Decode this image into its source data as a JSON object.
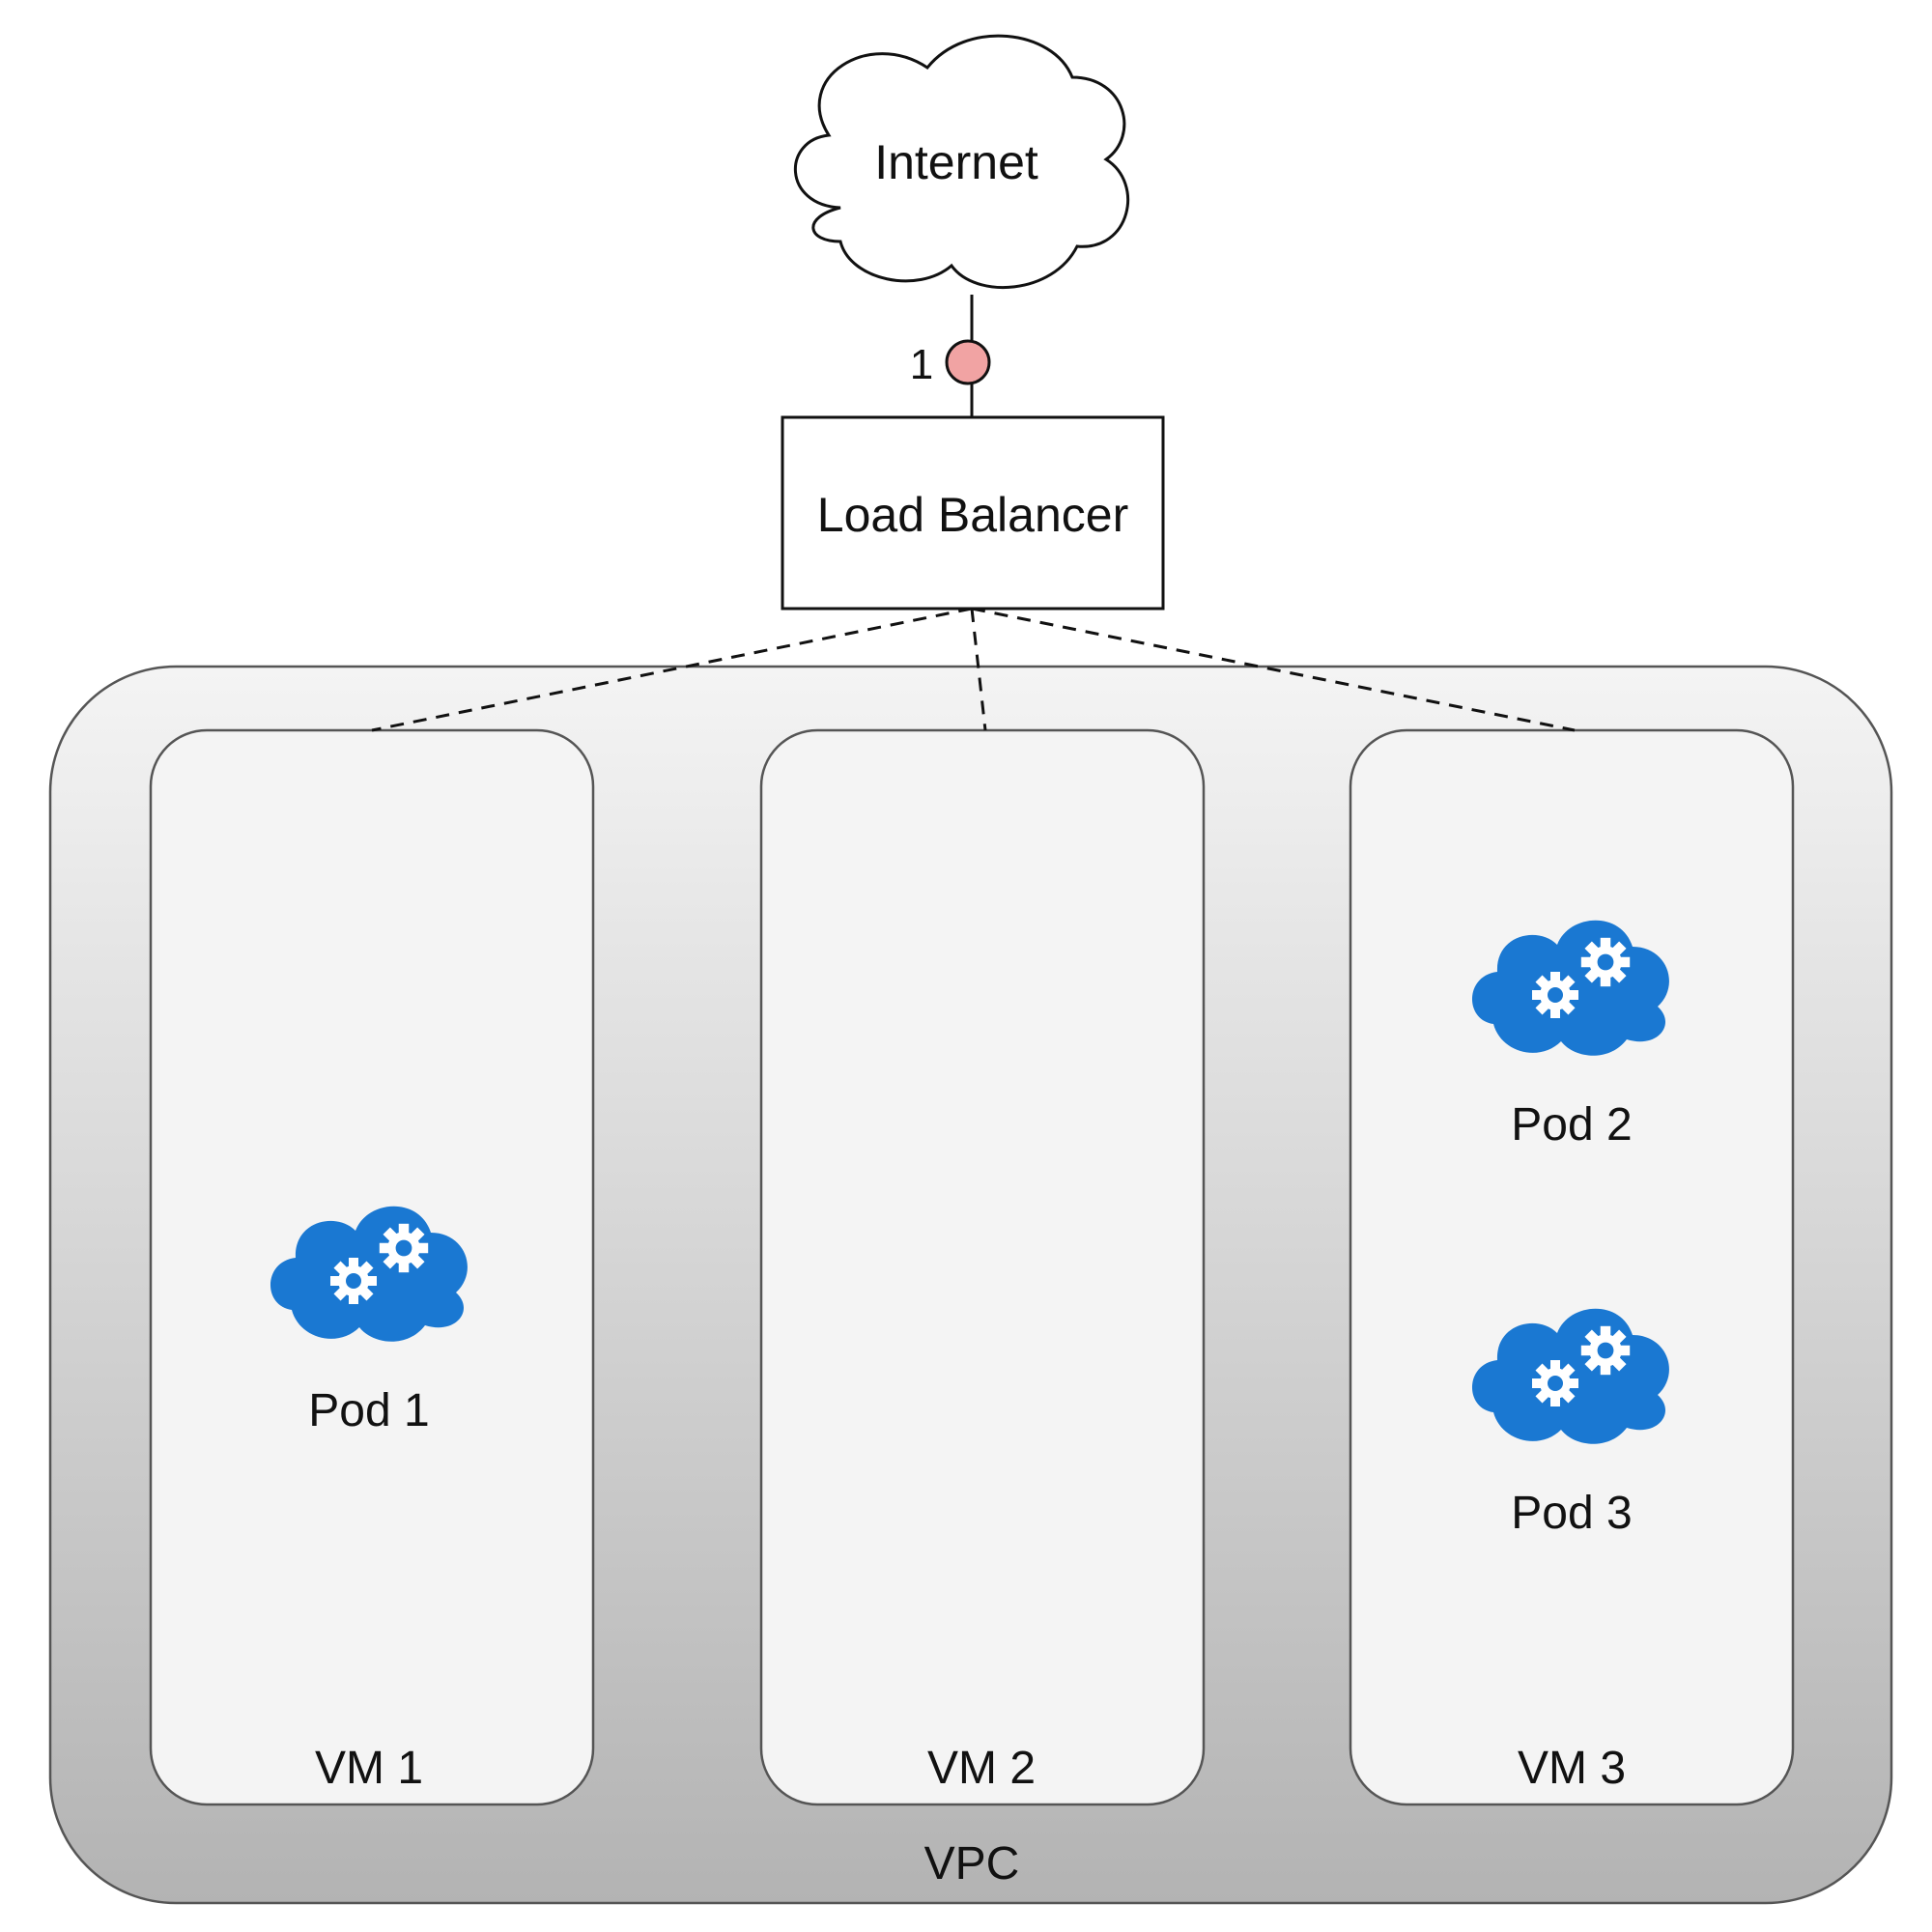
{
  "internet": {
    "label": "Internet"
  },
  "connector": {
    "label": "1",
    "color": "#f1a3a3"
  },
  "load_balancer": {
    "label": "Load Balancer"
  },
  "vpc": {
    "label": "VPC",
    "gradient_top": "#f4f4f4",
    "gradient_bottom": "#b3b3b3"
  },
  "vms": [
    {
      "label": "VM 1"
    },
    {
      "label": "VM 2"
    },
    {
      "label": "VM 3"
    }
  ],
  "pods": [
    {
      "label": "Pod 1",
      "icon": "cloud-gears-icon"
    },
    {
      "label": "Pod 2",
      "icon": "cloud-gears-icon"
    },
    {
      "label": "Pod 3",
      "icon": "cloud-gears-icon"
    }
  ],
  "colors": {
    "pod_icon": "#1a78d2",
    "vm_fill": "#f4f4f4",
    "stroke": "#555555"
  }
}
